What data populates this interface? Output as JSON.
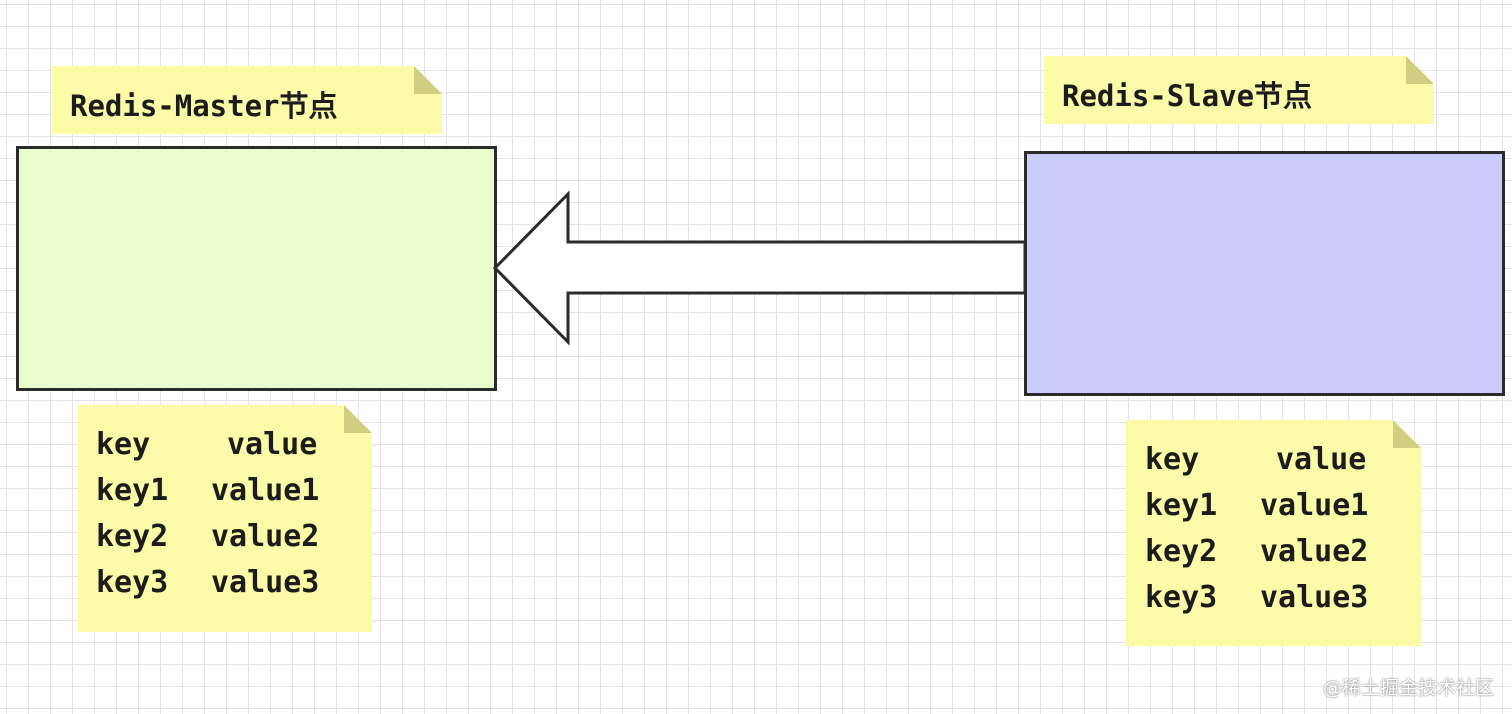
{
  "diagram": {
    "master": {
      "label": "Redis-Master节点",
      "fill_color": "#e8fccc",
      "header": {
        "key": "key",
        "value": "value"
      },
      "rows": [
        {
          "key": "key1",
          "value": "value1"
        },
        {
          "key": "key2",
          "value": "value2"
        },
        {
          "key": "key3",
          "value": "value3"
        }
      ]
    },
    "slave": {
      "label": "Redis-Slave节点",
      "fill_color": "#ccccfa",
      "header": {
        "key": "key",
        "value": "value"
      },
      "rows": [
        {
          "key": "key1",
          "value": "value1"
        },
        {
          "key": "key2",
          "value": "value2"
        },
        {
          "key": "key3",
          "value": "value3"
        }
      ]
    },
    "arrow": {
      "direction": "slave-to-master",
      "fill_color": "#ffffff",
      "stroke_color": "#2b2b2b"
    },
    "note_color": "#fbfaa8"
  },
  "watermark": "@稀土掘金技术社区"
}
